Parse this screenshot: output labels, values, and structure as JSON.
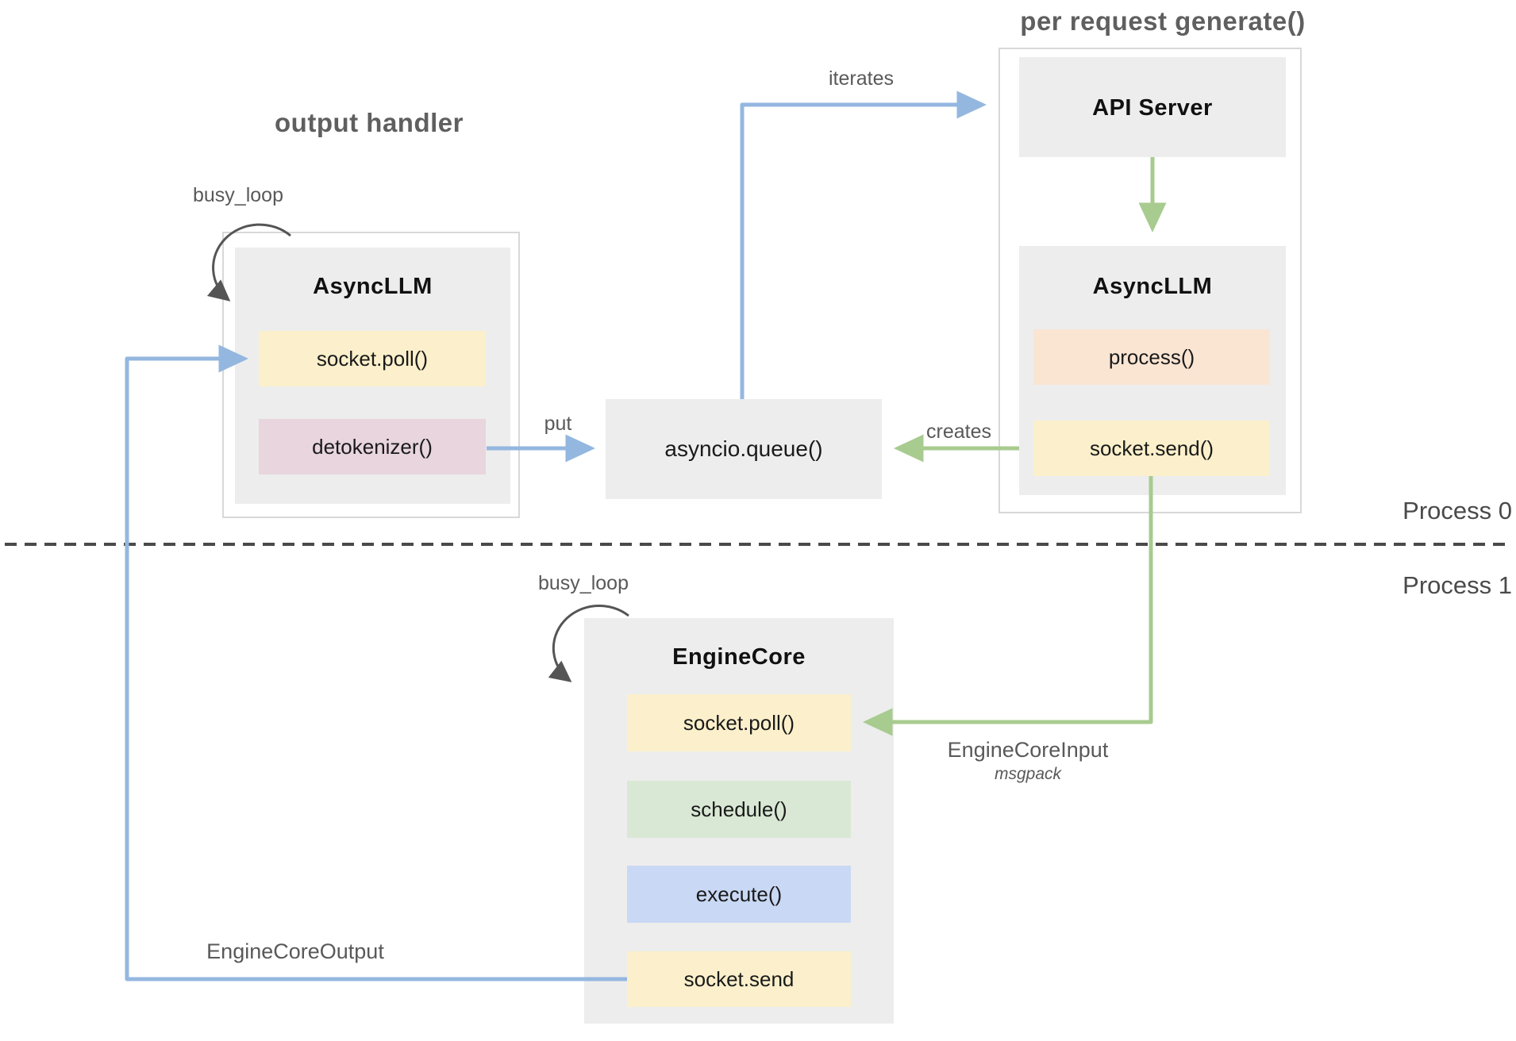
{
  "titles": {
    "output_handler": "output handler",
    "per_request_generate": "per request generate()"
  },
  "process_labels": {
    "process0": "Process 0",
    "process1": "Process 1"
  },
  "nodes": {
    "api_server": {
      "title": "API Server"
    },
    "asyncllm_right": {
      "title": "AsyncLLM",
      "methods": {
        "process": "process()",
        "socket_send": "socket.send()"
      }
    },
    "asyncllm_left": {
      "title": "AsyncLLM",
      "methods": {
        "socket_poll": "socket.poll()",
        "detokenizer": "detokenizer()"
      }
    },
    "queue": {
      "title": "asyncio.queue()"
    },
    "engine_core": {
      "title": "EngineCore",
      "methods": {
        "socket_poll": "socket.poll()",
        "schedule": "schedule()",
        "execute": "execute()",
        "socket_send": "socket.send"
      }
    }
  },
  "edge_labels": {
    "iterates": "iterates",
    "put": "put",
    "creates": "creates",
    "busy_loop_top": "busy_loop",
    "busy_loop_bottom": "busy_loop",
    "engine_core_input": "EngineCoreInput",
    "msgpack": "msgpack",
    "engine_core_output": "EngineCoreOutput"
  },
  "colors": {
    "box_gray": "#EDEDED",
    "border_light": "#D8D8D8",
    "fill_yellow": "#FBF0CB",
    "fill_peach": "#FAE5D3",
    "fill_pink": "#E8D5DD",
    "fill_green": "#D9E8D4",
    "fill_blue": "#C9D8F4",
    "arrow_blue": "#94B7E0",
    "arrow_green": "#A8CB8F",
    "arrow_dark": "#555555",
    "text_dark": "#1A1A1A",
    "title_gray": "#5F5F5F",
    "label_gray": "#595959",
    "process_gray": "#4A4A4A"
  }
}
